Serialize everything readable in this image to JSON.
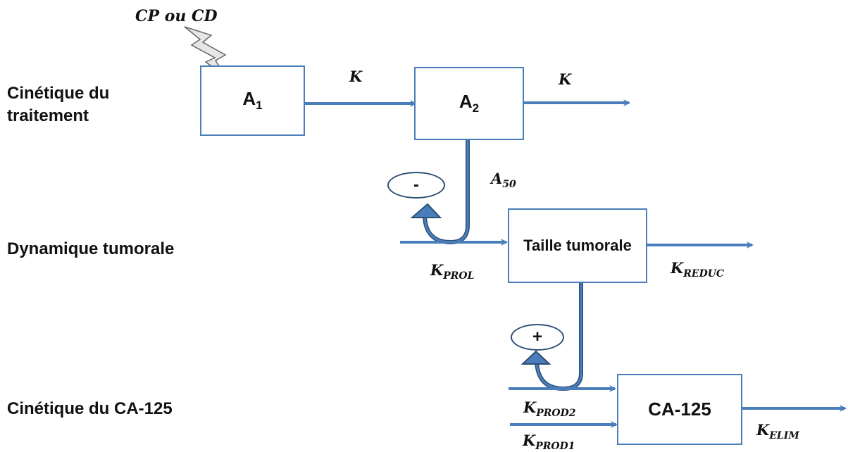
{
  "trigger": "CP ou CD",
  "sections": {
    "treatment": "Cinétique du traitement",
    "tumor": "Dynamique tumorale",
    "marker": "Cinétique du CA-125"
  },
  "boxes": {
    "a1": {
      "main": "A",
      "sub": "1"
    },
    "a2": {
      "main": "A",
      "sub": "2"
    },
    "tumor": "Taille tumorale",
    "ca125": "CA-125"
  },
  "rates": {
    "k_in": "K",
    "k_out": "K",
    "a50": {
      "main": "A",
      "sub": "50"
    },
    "k_prol": {
      "main": "K",
      "sub": "PROL"
    },
    "k_reduc": {
      "main": "K",
      "sub": "REDUC"
    },
    "k_prod2": {
      "main": "K",
      "sub": "PROD2"
    },
    "k_prod1": {
      "main": "K",
      "sub": "PROD1"
    },
    "k_elim": {
      "main": "K",
      "sub": "ELIM"
    }
  },
  "feedback": {
    "inhibit": "-",
    "stimulate": "+"
  },
  "colors": {
    "arrow": "#4a7ebb",
    "triangle": "#4a7ebb",
    "sign_border": "#2e4f75"
  }
}
